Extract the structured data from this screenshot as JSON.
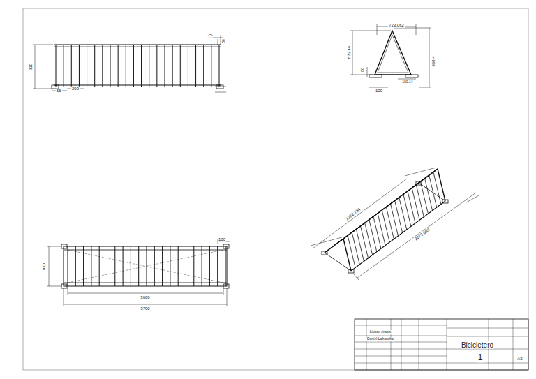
{
  "diagram": {
    "labels": [
      "25",
      "80",
      "930",
      "55",
      "200",
      "723.062",
      "873.44",
      "80",
      "930.4",
      "100",
      "150.14",
      "930",
      "100",
      "3600",
      "3700",
      "1282.794",
      "2273.689",
      "Bicicletero",
      "1",
      "A3",
      "Liuban Arabis",
      "Daniel Lafrancha"
    ]
  }
}
